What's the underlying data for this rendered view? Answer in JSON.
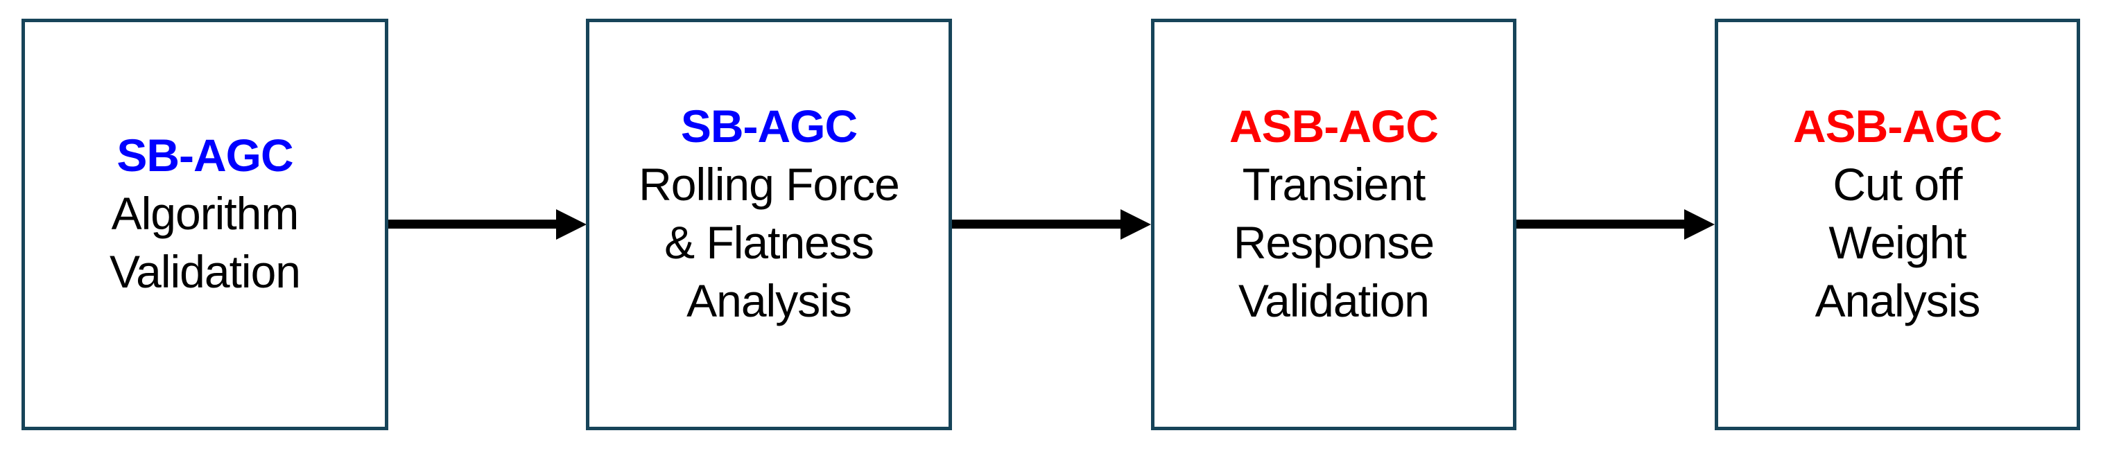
{
  "diagram": {
    "type": "flowchart",
    "direction": "left-to-right",
    "boxes": [
      {
        "title": "SB-AGC",
        "title_color": "#0000FF",
        "lines": [
          "Algorithm",
          "Validation"
        ]
      },
      {
        "title": "SB-AGC",
        "title_color": "#0000FF",
        "lines": [
          "Rolling Force",
          "& Flatness",
          "Analysis"
        ]
      },
      {
        "title": "ASB-AGC",
        "title_color": "#FF0000",
        "lines": [
          "Transient",
          "Response",
          "Validation"
        ]
      },
      {
        "title": "ASB-AGC",
        "title_color": "#FF0000",
        "lines": [
          "Cut off",
          "Weight",
          "Analysis"
        ]
      }
    ],
    "connectors": [
      {
        "from": 1,
        "to": 2,
        "style": "solid-right-arrow"
      },
      {
        "from": 2,
        "to": 3,
        "style": "solid-right-arrow"
      },
      {
        "from": 3,
        "to": 4,
        "style": "solid-right-arrow"
      }
    ],
    "colors": {
      "box_border": "#174459",
      "box_fill": "#FFFFFF",
      "arrow": "#000000",
      "body_text": "#000000",
      "background": "#FFFFFF"
    }
  }
}
